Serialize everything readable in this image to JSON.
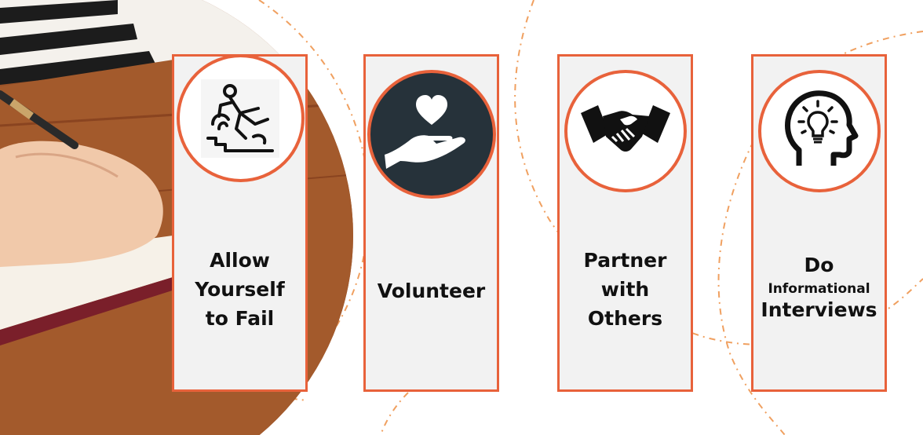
{
  "cards": [
    {
      "icon": "falling-person-icon",
      "lines": [
        "Allow",
        "Yourself",
        "to Fail"
      ]
    },
    {
      "icon": "heart-in-hand-icon",
      "lines": [
        "Volunteer"
      ]
    },
    {
      "icon": "handshake-icon",
      "lines": [
        "Partner",
        "with",
        "Others"
      ]
    },
    {
      "icon": "idea-head-icon",
      "lines": [
        "Do",
        "Informational",
        "Interviews"
      ]
    }
  ],
  "colors": {
    "accent": "#e8623b",
    "card_bg": "#f2f2f2",
    "dark_circle": "#26323a"
  }
}
